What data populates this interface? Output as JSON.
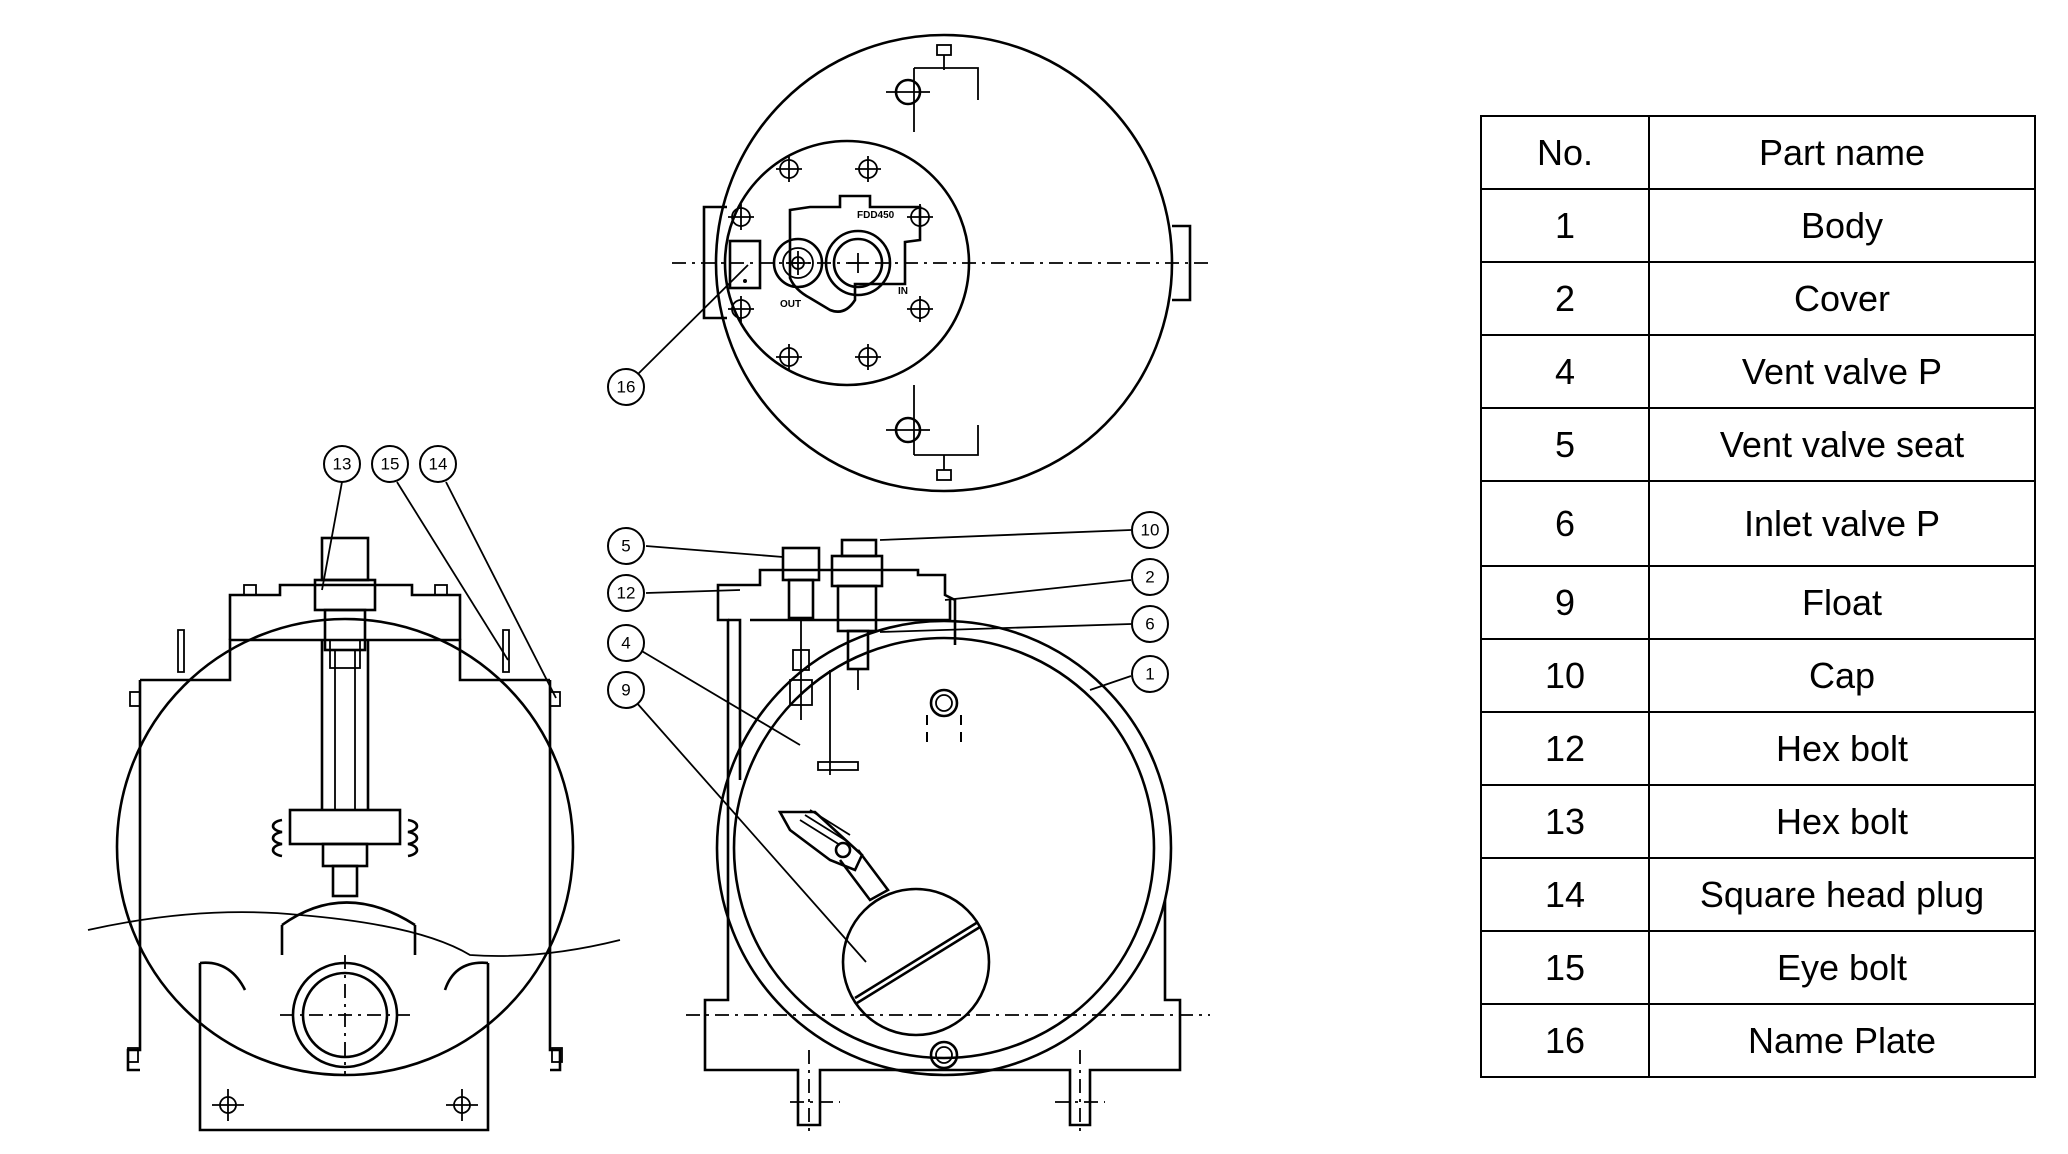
{
  "diagram": {
    "top_view_labels": {
      "model": "FDD450",
      "outlet": "OUT",
      "inlet": "IN"
    },
    "callouts": {
      "front_view": [
        "13",
        "15",
        "14"
      ],
      "section_view": [
        "5",
        "12",
        "4",
        "9",
        "10",
        "2",
        "6",
        "1"
      ],
      "top_view": [
        "16"
      ]
    }
  },
  "table": {
    "headers": {
      "no": "No.",
      "name": "Part name"
    },
    "rows": [
      {
        "no": "1",
        "name": "Body"
      },
      {
        "no": "2",
        "name": "Cover"
      },
      {
        "no": "4",
        "name": "Vent valve P"
      },
      {
        "no": "5",
        "name": "Vent valve seat"
      },
      {
        "no": "6",
        "name": "Inlet valve P"
      },
      {
        "no": "9",
        "name": "Float"
      },
      {
        "no": "10",
        "name": "Cap"
      },
      {
        "no": "12",
        "name": "Hex bolt"
      },
      {
        "no": "13",
        "name": "Hex bolt"
      },
      {
        "no": "14",
        "name": "Square head plug"
      },
      {
        "no": "15",
        "name": "Eye bolt"
      },
      {
        "no": "16",
        "name": "Name Plate"
      }
    ]
  }
}
